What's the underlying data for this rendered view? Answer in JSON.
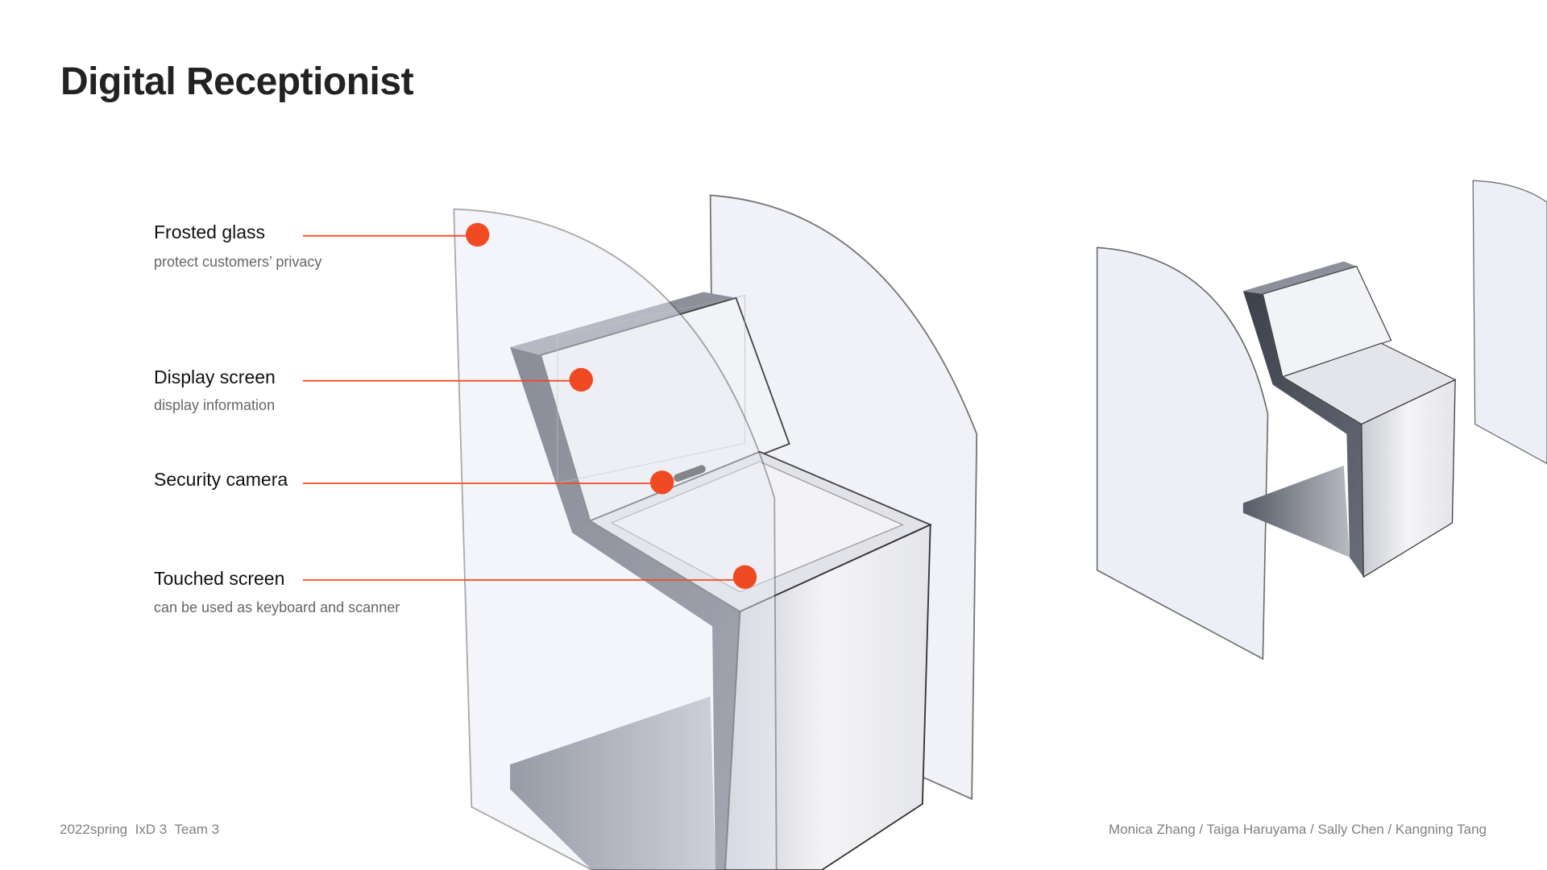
{
  "title": "Digital Receptionist",
  "accent_color": "#f04a23",
  "callouts": [
    {
      "label": "Frosted glass",
      "description": "protect customers’ privacy"
    },
    {
      "label": "Display screen",
      "description": "display information"
    },
    {
      "label": "Security camera",
      "description": ""
    },
    {
      "label": "Touched screen",
      "description": "can be used as keyboard and scanner"
    }
  ],
  "footer": {
    "course": "2022spring  IxD 3  Team 3",
    "authors": "Monica Zhang / Taiga Haruyama / Sally Chen / Kangning Tang"
  }
}
